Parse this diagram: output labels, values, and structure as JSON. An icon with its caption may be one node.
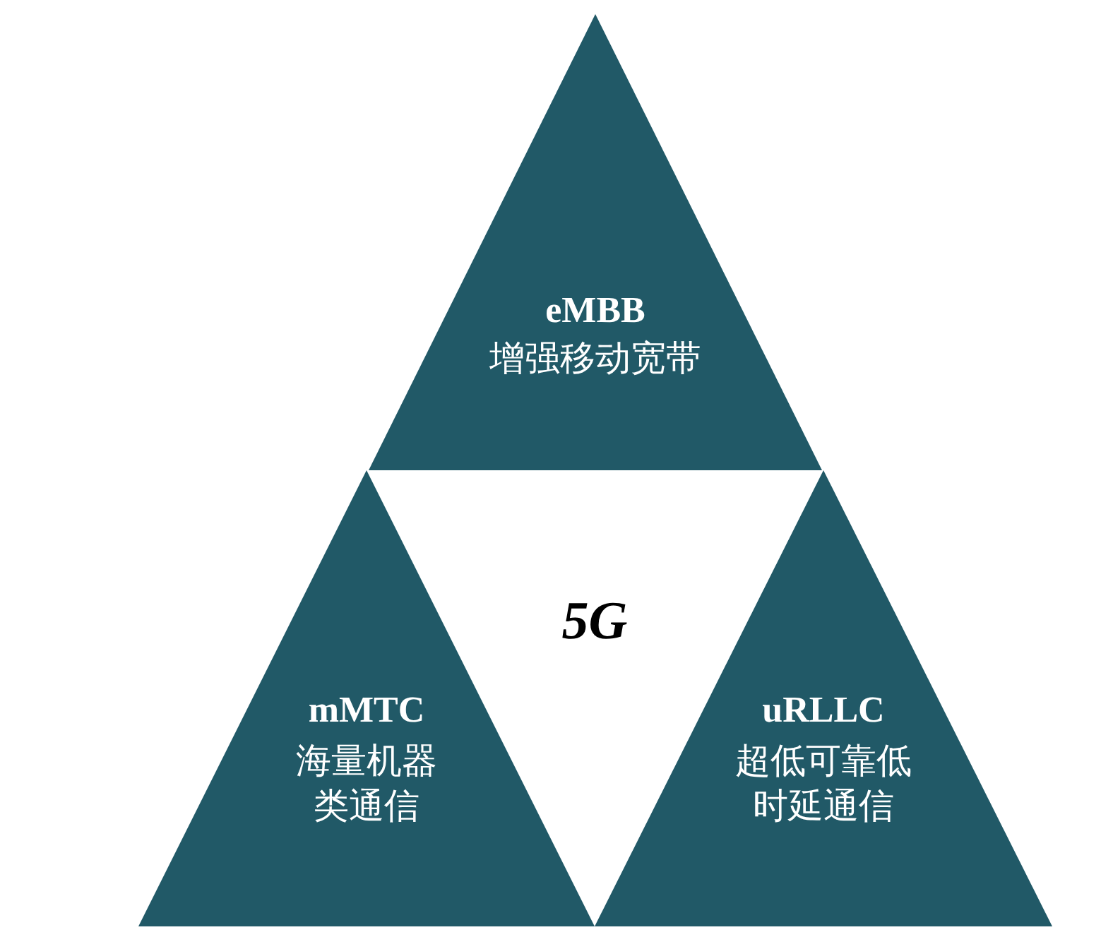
{
  "diagram": {
    "nodes": [
      {
        "text": [
          "eMBB",
          "增强移动宽带"
        ]
      },
      {
        "text": [
          "5G"
        ]
      },
      {
        "text": [
          "mMTC",
          "海量机器类通信"
        ]
      },
      {
        "text": [
          "uRLLC",
          "超低可靠低时延通信"
        ]
      }
    ]
  }
}
